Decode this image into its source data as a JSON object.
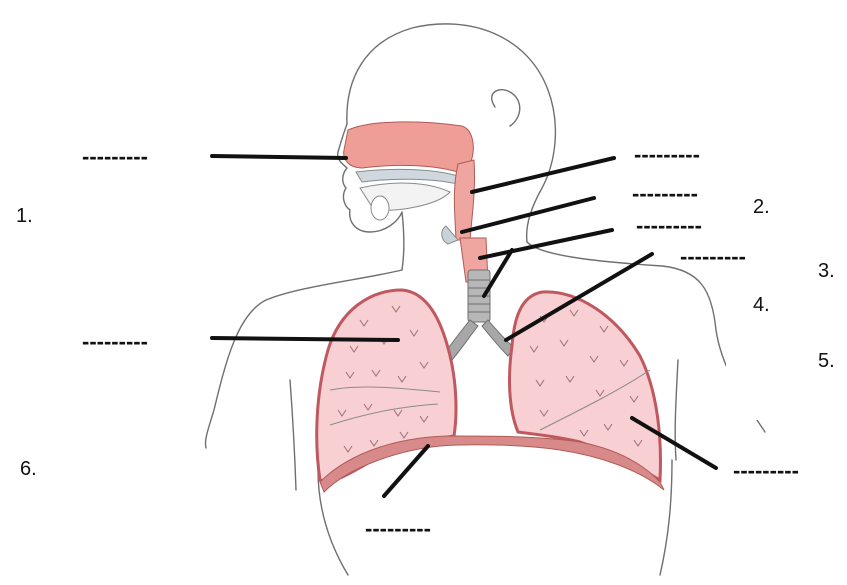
{
  "numbers": [
    "1.",
    "2.",
    "3.",
    "4.",
    "5.",
    "6."
  ],
  "blank_text": "---------",
  "colors": {
    "outline": "#6f6f6f",
    "airway_pink": "#f0a6a0",
    "nasal_pink": "#ee9e97",
    "lung_fill": "#f8cfd2",
    "lung_edge": "#c0595f",
    "diaphragm": "#d88a8a",
    "bronchi_gray": "#9a9a9a",
    "leader": "#111111"
  },
  "icons": {
    "body_outline": "human-torso-outline",
    "lungs": "lungs-icon"
  }
}
